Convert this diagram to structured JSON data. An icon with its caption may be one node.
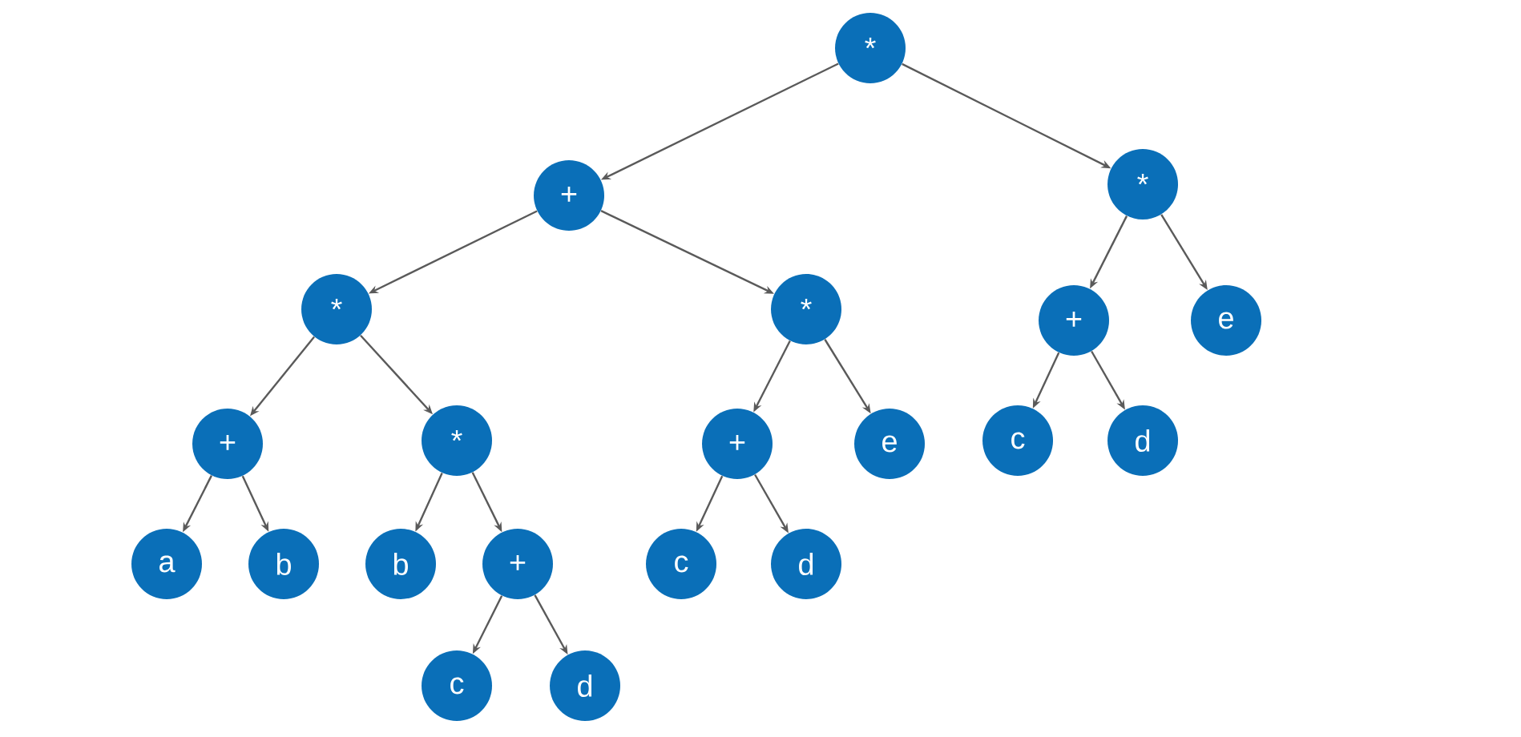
{
  "diagram": {
    "nodes": [
      {
        "text": [
          "*"
        ]
      },
      {
        "text": [
          "+"
        ]
      },
      {
        "text": [
          "*"
        ]
      },
      {
        "text": [
          "+"
        ]
      },
      {
        "text": [
          "a"
        ]
      },
      {
        "text": [
          "b"
        ]
      },
      {
        "text": [
          "*"
        ]
      },
      {
        "text": [
          "b"
        ]
      },
      {
        "text": [
          "+"
        ]
      },
      {
        "text": [
          "c"
        ]
      },
      {
        "text": [
          "d"
        ]
      },
      {
        "text": [
          "*"
        ]
      },
      {
        "text": [
          "+"
        ]
      },
      {
        "text": [
          "c"
        ]
      },
      {
        "text": [
          "d"
        ]
      },
      {
        "text": [
          "e"
        ]
      },
      {
        "text": [
          "*"
        ]
      },
      {
        "text": [
          "+"
        ]
      },
      {
        "text": [
          "c"
        ]
      },
      {
        "text": [
          "d"
        ]
      },
      {
        "text": [
          "e"
        ]
      }
    ],
    "edges": [
      {
        "from": 0,
        "to": 1,
        "arrow": "to"
      },
      {
        "from": 0,
        "to": 16,
        "arrow": "to"
      },
      {
        "from": 1,
        "to": 2,
        "arrow": "to"
      },
      {
        "from": 1,
        "to": 11,
        "arrow": "to"
      },
      {
        "from": 2,
        "to": 3,
        "arrow": "to"
      },
      {
        "from": 2,
        "to": 6,
        "arrow": "to"
      },
      {
        "from": 3,
        "to": 4,
        "arrow": "to"
      },
      {
        "from": 3,
        "to": 5,
        "arrow": "to"
      },
      {
        "from": 6,
        "to": 7,
        "arrow": "to"
      },
      {
        "from": 6,
        "to": 8,
        "arrow": "to"
      },
      {
        "from": 8,
        "to": 9,
        "arrow": "to"
      },
      {
        "from": 8,
        "to": 10,
        "arrow": "to"
      },
      {
        "from": 11,
        "to": 12,
        "arrow": "to"
      },
      {
        "from": 11,
        "to": 15,
        "arrow": "to"
      },
      {
        "from": 12,
        "to": 13,
        "arrow": "to"
      },
      {
        "from": 12,
        "to": 14,
        "arrow": "to"
      },
      {
        "from": 16,
        "to": 17,
        "arrow": "to"
      },
      {
        "from": 16,
        "to": 20,
        "arrow": "to"
      },
      {
        "from": 17,
        "to": 18,
        "arrow": "to"
      },
      {
        "from": 17,
        "to": 19,
        "arrow": "to"
      }
    ]
  }
}
